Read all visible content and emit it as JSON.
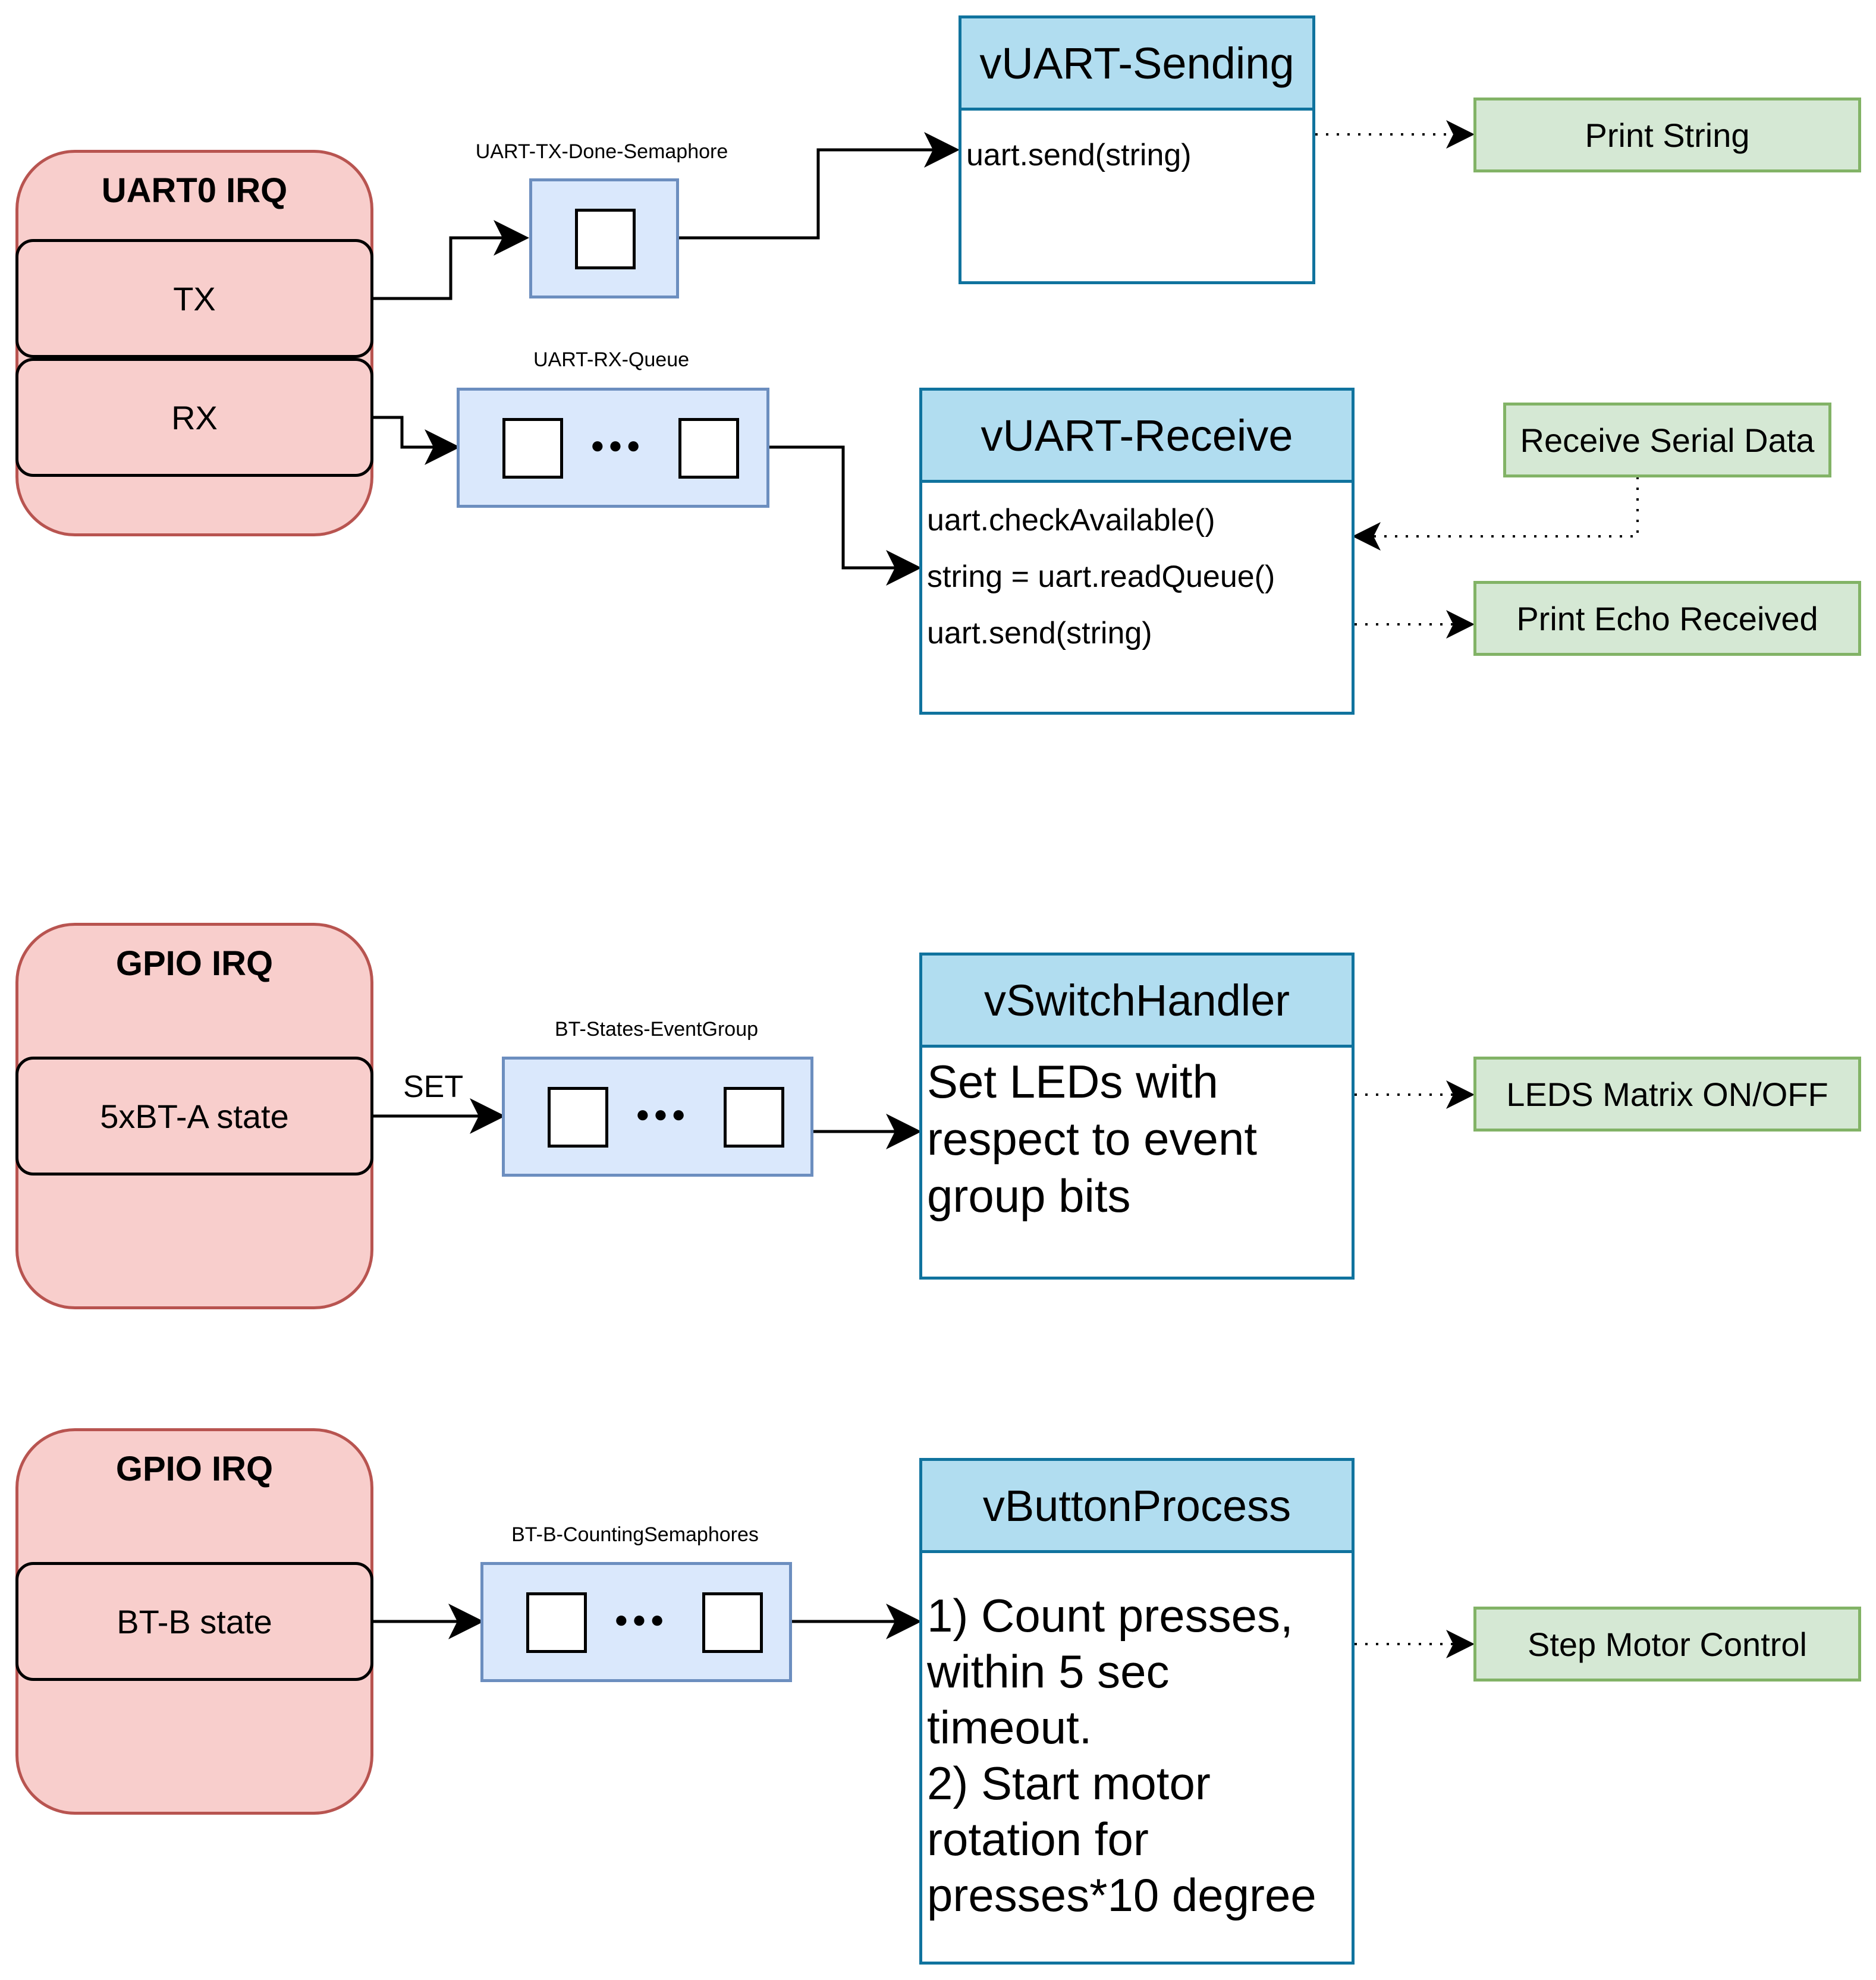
{
  "irq_blocks": [
    {
      "title": "UART0 IRQ",
      "rows": [
        "TX",
        "RX"
      ]
    },
    {
      "title": "GPIO IRQ",
      "rows": [
        "5xBT-A state"
      ]
    },
    {
      "title": "GPIO IRQ",
      "rows": [
        "BT-B state"
      ]
    }
  ],
  "queues": {
    "tx_semaphore": "UART-TX-Done-Semaphore",
    "rx_queue": "UART-RX-Queue",
    "event_group": "BT-States-EventGroup",
    "counting_semaphores": "BT-B-CountingSemaphores"
  },
  "edge_labels": {
    "set": "SET"
  },
  "tasks": {
    "uart_sending": {
      "title": "vUART-Sending",
      "lines": [
        "uart.send(string)"
      ]
    },
    "uart_receive": {
      "title": "vUART-Receive",
      "lines": [
        "uart.checkAvailable()",
        "string = uart.readQueue()",
        "uart.send(string)"
      ]
    },
    "switch_handler": {
      "title": "vSwitchHandler",
      "lines": [
        "Set LEDs with",
        "respect to event",
        "group bits"
      ]
    },
    "button_process": {
      "title": "vButtonProcess",
      "lines": [
        "1) Count presses,",
        "within 5 sec",
        "timeout.",
        "2) Start motor",
        "rotation for",
        "presses*10 degree"
      ]
    }
  },
  "outputs": {
    "print_string": "Print String",
    "receive_serial": "Receive Serial Data",
    "print_echo": "Print Echo Received",
    "leds_matrix": "LEDS Matrix ON/OFF",
    "step_motor": "Step Motor Control"
  },
  "colors": {
    "irq_fill": "#f8cecc",
    "irq_stroke": "#b85450",
    "queue_fill": "#dae8fc",
    "queue_stroke": "#6c8ebf",
    "task_head_fill": "#b1ddf0",
    "task_stroke": "#10739e",
    "output_fill": "#d5e8d4",
    "output_stroke": "#82b366"
  }
}
